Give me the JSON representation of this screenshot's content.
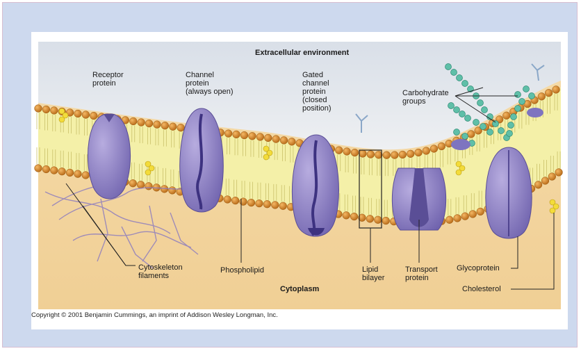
{
  "labels": {
    "extracellular": "Extracellular environment",
    "receptor": "Receptor\nprotein",
    "channel": "Channel\nprotein\n(always open)",
    "gated": "Gated\nchannel\nprotein\n(closed\nposition)",
    "carbohydrate": "Carbohydrate\ngroups",
    "cytoskeleton": "Cytoskeleton\nfilaments",
    "phospholipid": "Phospholipid",
    "cytoplasm": "Cytoplasm",
    "lipid_bilayer": "Lipid\nbilayer",
    "transport": "Transport\nprotein",
    "glycoprotein": "Glycoprotein",
    "cholesterol": "Cholesterol"
  },
  "copyright": "Copyright © 2001 Benjamin Cummings, an imprint of Addison Wesley Longman, Inc.",
  "colors": {
    "frame": "#cdd9ee",
    "sky": "#dde3ea",
    "cytoplasm": "#f2d39c",
    "lipid_head": "#d98b2b",
    "tail_band": "#f4f0a8",
    "protein": "#8f82c6",
    "carbohydrate": "#5fbfa8"
  }
}
